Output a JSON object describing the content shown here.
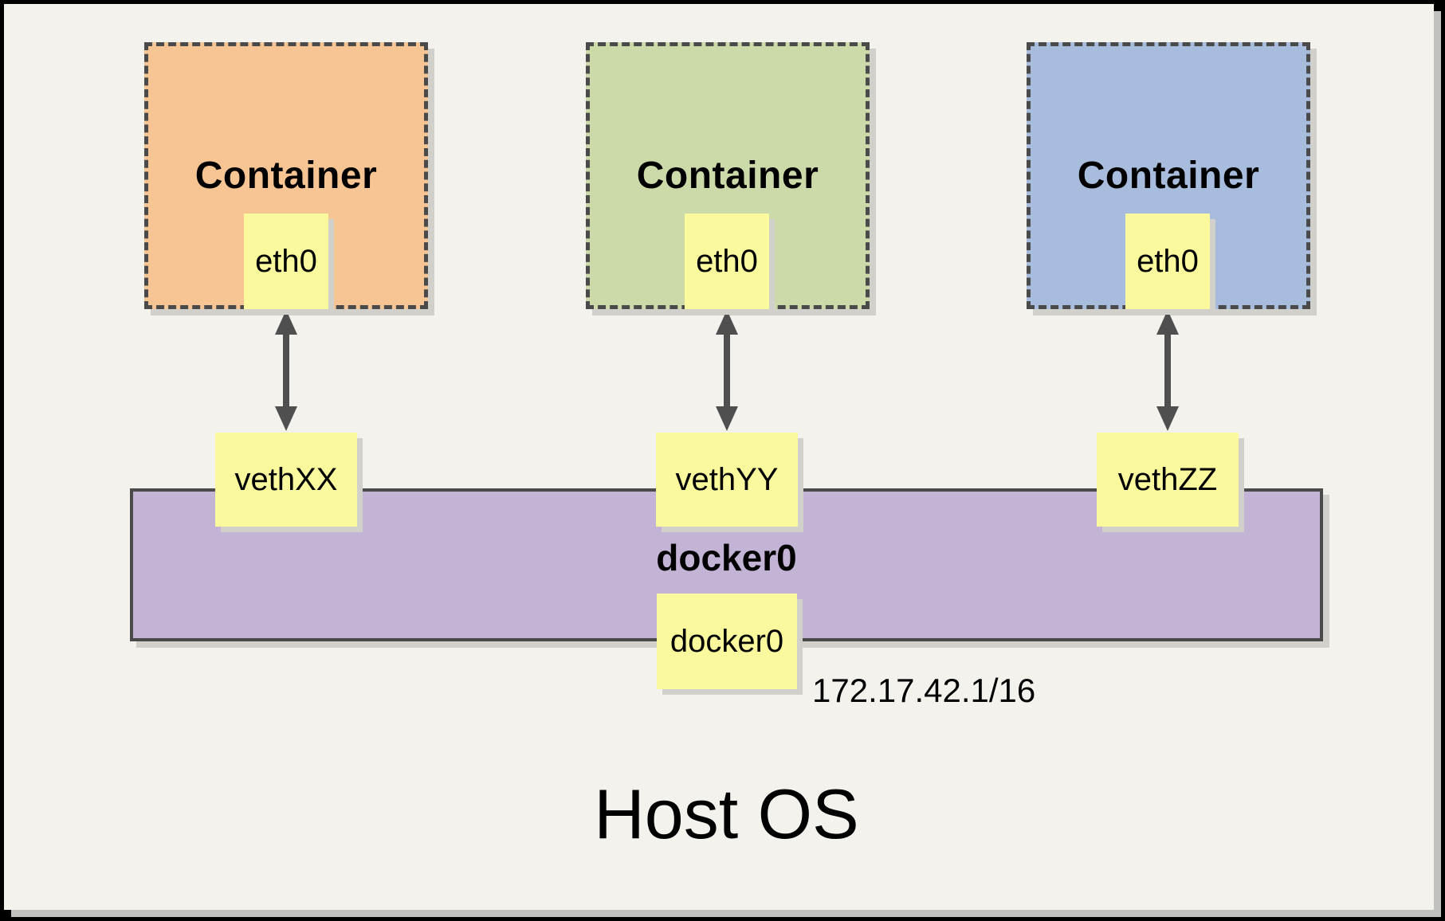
{
  "host": {
    "label": "Host OS"
  },
  "bridge": {
    "label": "docker0",
    "interface": {
      "label": "docker0"
    },
    "ip": "172.17.42.1/16"
  },
  "containers": [
    {
      "label": "Container",
      "interface": {
        "label": "eth0"
      },
      "veth": {
        "label": "vethXX"
      },
      "fill": "#f7c593"
    },
    {
      "label": "Container",
      "interface": {
        "label": "eth0"
      },
      "veth": {
        "label": "vethYY"
      },
      "fill": "#ccd9a8"
    },
    {
      "label": "Container",
      "interface": {
        "label": "eth0"
      },
      "veth": {
        "label": "vethZZ"
      },
      "fill": "#a8bddd"
    }
  ],
  "colors": {
    "background": "#f4f2ec",
    "frame": "#000000",
    "container_orange": "#f7c593",
    "container_green": "#ccd9a8",
    "container_blue": "#a8bddd",
    "note_yellow": "#fbf99d",
    "bridge_purple": "#c3b4d6",
    "border_dark": "#4a4a4a",
    "arrow": "#4f4f4f",
    "shadow": "#d2d0ca"
  }
}
